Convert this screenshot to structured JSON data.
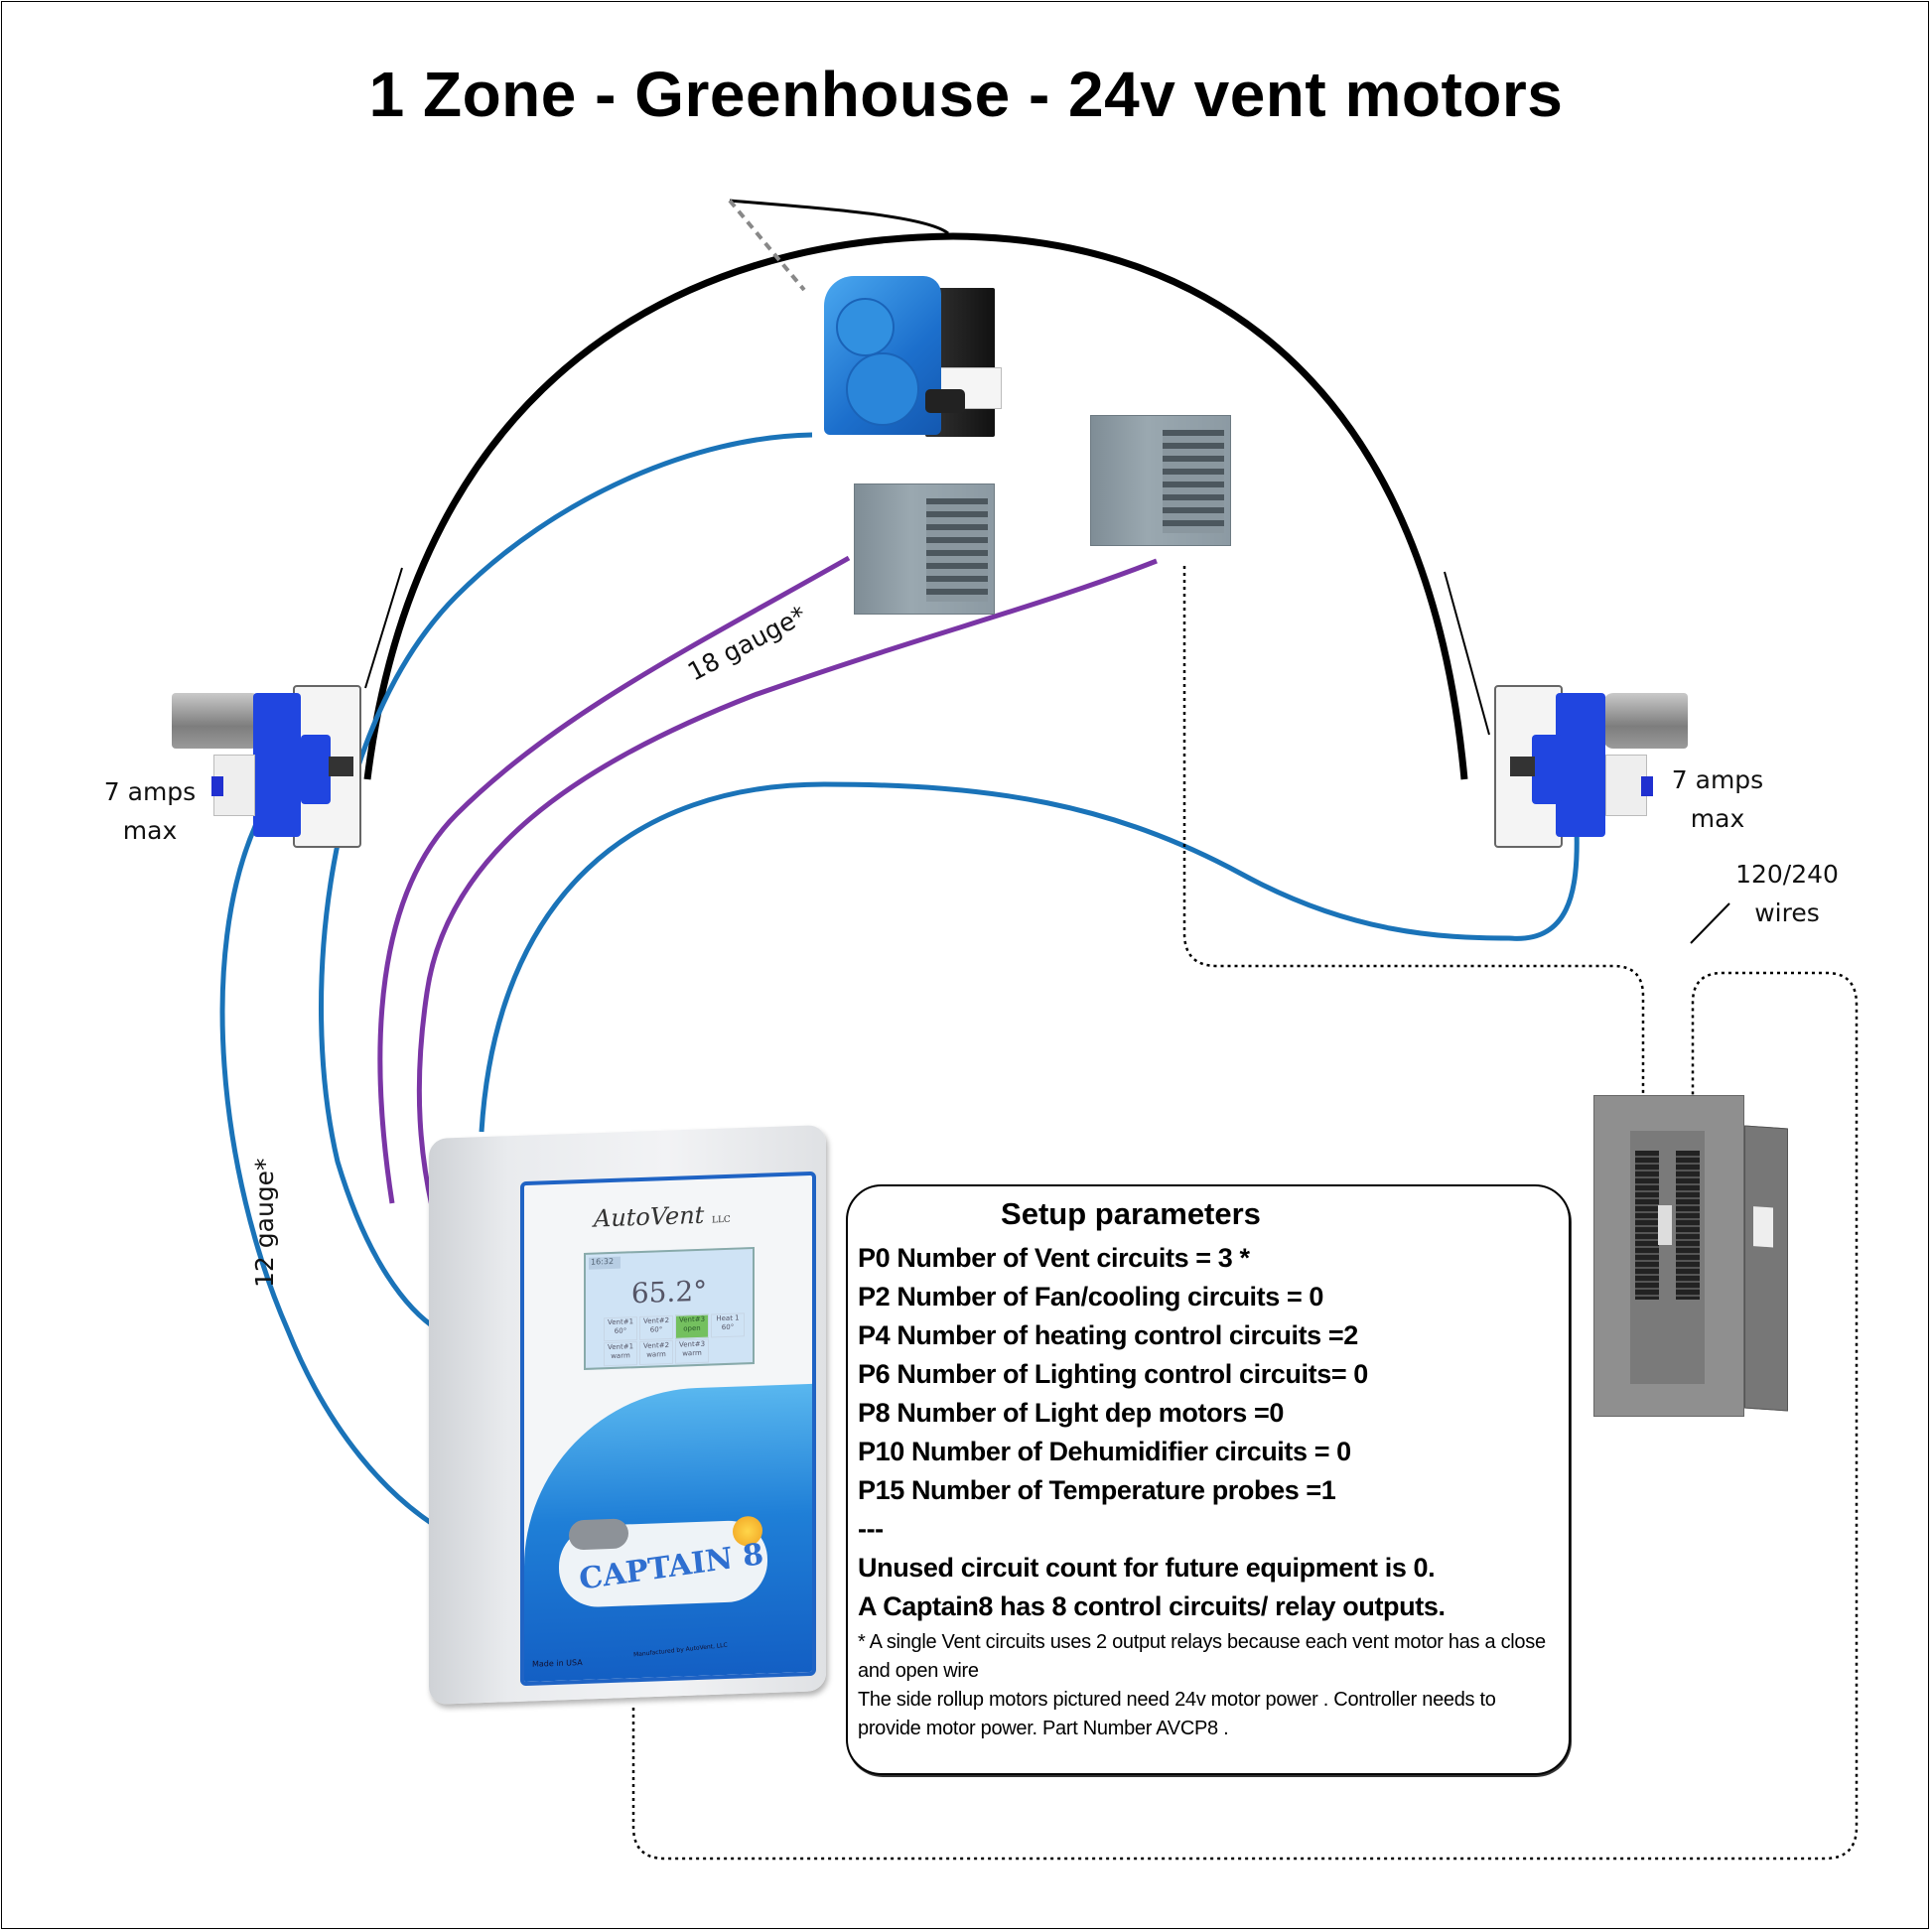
{
  "title": "1 Zone - Greenhouse  - 24v vent motors",
  "labels": {
    "left_motor_rating": [
      "7 amps",
      "max"
    ],
    "right_motor_rating": [
      "7 amps",
      "max"
    ],
    "heater_wire_gauge": "18 gauge*",
    "motor_wire_gauge": "12 gauge*",
    "power_wires": [
      "120/240",
      "wires"
    ]
  },
  "colors": {
    "motor_wire": "#1a73b8",
    "heater_wire": "#7a35a5",
    "greenhouse_arc": "#000000",
    "controller_accent": "#1f63c4",
    "motor_gearbox": "#2045e0"
  },
  "controller": {
    "brand": "AutoVent",
    "brand_suffix": "LLC",
    "model": "CAPTAIN 8",
    "made_in": "Made in USA",
    "manufacturer": "Manufactured by AutoVent, LLC",
    "screen": {
      "time": "16:32",
      "temperature": "65.2°",
      "cells_row1": [
        {
          "name": "Vent#1",
          "value": "60°",
          "active": false
        },
        {
          "name": "Vent#2",
          "value": "60°",
          "active": false
        },
        {
          "name": "Vent#3",
          "value": "open",
          "active": true
        },
        {
          "name": "Heat 1",
          "value": "60°",
          "active": false
        }
      ],
      "cells_row2": [
        {
          "name": "Vent#1",
          "value": "warm"
        },
        {
          "name": "Vent#2",
          "value": "warm"
        },
        {
          "name": "Vent#3",
          "value": "warm"
        }
      ]
    }
  },
  "setup": {
    "heading": "Setup parameters",
    "params": [
      " P0 Number of Vent  circuits = 3 *",
      " P2 Number of Fan/cooling circuits = 0",
      " P4 Number of heating control circuits =2",
      " P6 Number of Lighting control circuits= 0",
      " P8 Number  of  Light dep motors =0",
      "P10 Number of Dehumidifier circuits  = 0",
      "P15 Number of Temperature probes =1",
      "---",
      "Unused circuit count for future equipment is  0.",
      "A Captain8  has 8 control circuits/ relay outputs."
    ],
    "notes": [
      "* A single Vent circuits uses 2 output relays  because each vent motor has a close and open wire",
      "The side  rollup motors pictured need 24v motor power . Controller needs to provide  motor power.   Part Number  AVCP8 ."
    ]
  },
  "devices": [
    "left-rollup-motor",
    "right-rollup-motor",
    "ridge-vent-motor",
    "unit-heater-1",
    "unit-heater-2",
    "electrical-panel",
    "captain8-controller"
  ]
}
